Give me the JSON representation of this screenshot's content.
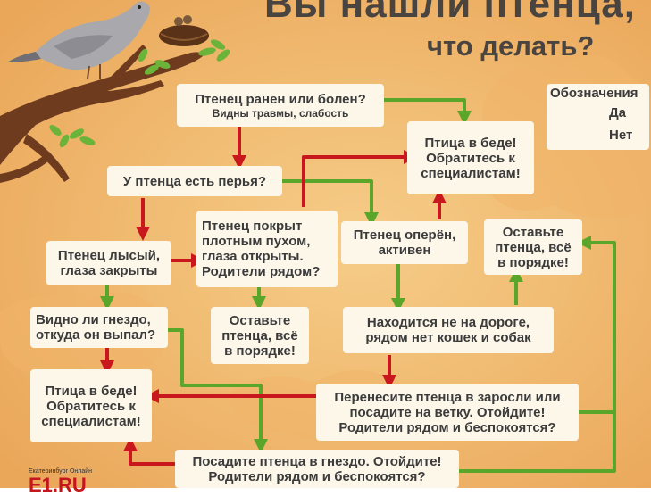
{
  "title": {
    "line1": "Вы нашли птенца,",
    "line2": "что делать?"
  },
  "legend": {
    "title": "Обозначения",
    "yes": "Да",
    "no": "Нет",
    "yes_color": "#5aa62a",
    "no_color": "#c8171d"
  },
  "nodes": {
    "injured": {
      "main": "Птенец ранен или болен?",
      "sub": "Видны травмы, слабость"
    },
    "distress_right": "Птица в беде! Обратитесь к специалистам!",
    "feathers": "У птенца есть перья?",
    "fluffy": "Птенец покрыт плотным пухом, глаза открыты. Родители рядом?",
    "feathered": "Птенец оперён, активен",
    "leave_right": "Оставьте птенца, всё в порядке!",
    "bald": "Птенец лысый, глаза закрыты",
    "nest_visible": "Видно ли гнездо, откуда он выпал?",
    "leave_middle": "Оставьте птенца, всё в порядке!",
    "not_on_road": "Находится не на дороге, рядом нет кошек и собак",
    "distress_left": "Птица в беде! Обратитесь к специалистам!",
    "move_bushes": "Перенесите птенца в заросли или посадите на ветку. Отойдите! Родители рядом и беспокоятся?",
    "put_nest": "Посадите птенца в гнездо. Отойдите! Родители рядом и беспокоятся?"
  },
  "logo": {
    "city": "Екатеринбург Онлайн",
    "brand": "E1.RU"
  },
  "colors": {
    "background": "#f1c27b",
    "box": "#fdf7ea",
    "branch": "#6e3b1e",
    "leaf": "#6cb33a"
  }
}
